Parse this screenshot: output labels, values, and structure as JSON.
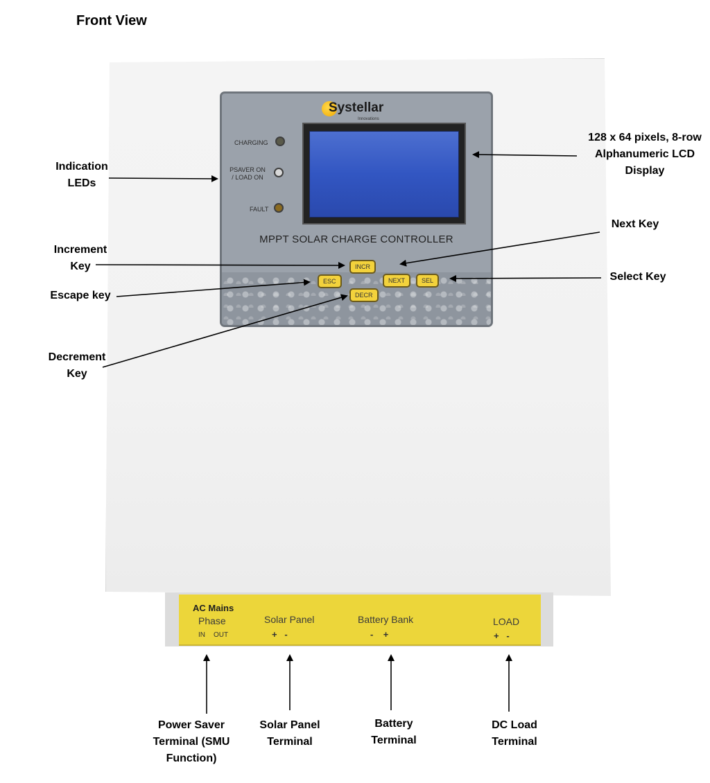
{
  "title": "Front View",
  "device": {
    "brand": "Systellar",
    "brand_sub": "Innovations",
    "panel_title": "MPPT SOLAR CHARGE CONTROLLER",
    "leds": [
      {
        "label": "CHARGING",
        "color": "#5a5a4a"
      },
      {
        "label": "PSAVER ON / LOAD ON",
        "color": "#d8d8d8"
      },
      {
        "label": "FAULT",
        "color": "#8a6a20"
      }
    ],
    "keys": {
      "incr": "INCR",
      "esc": "ESC",
      "next": "NEXT",
      "sel": "SEL",
      "decr": "DECR"
    }
  },
  "terminal": {
    "ac_mains": "AC Mains",
    "phase": "Phase",
    "phase_in": "IN",
    "phase_out": "OUT",
    "solar": "Solar Panel",
    "solar_signs": "+   -",
    "battery": "Battery Bank",
    "battery_signs": "-    +",
    "load": "LOAD",
    "load_signs": "+   -"
  },
  "callouts": {
    "indication_leds": "Indication LEDs",
    "increment_key": "Increment Key",
    "escape_key": "Escape key",
    "decrement_key": "Decrement Key",
    "lcd_display": "128 x 64 pixels, 8-row Alphanumeric LCD Display",
    "next_key": "Next Key",
    "select_key": "Select Key",
    "power_saver": "Power Saver Terminal (SMU Function)",
    "solar_terminal": "Solar Panel Terminal",
    "battery_terminal": "Battery Terminal",
    "dc_load": "DC Load Terminal"
  },
  "colors": {
    "key_yellow": "#f3d23c",
    "terminal_yellow": "#ecd63a",
    "lcd_blue": "#3256c2",
    "panel_grey": "#9ba2ab"
  }
}
